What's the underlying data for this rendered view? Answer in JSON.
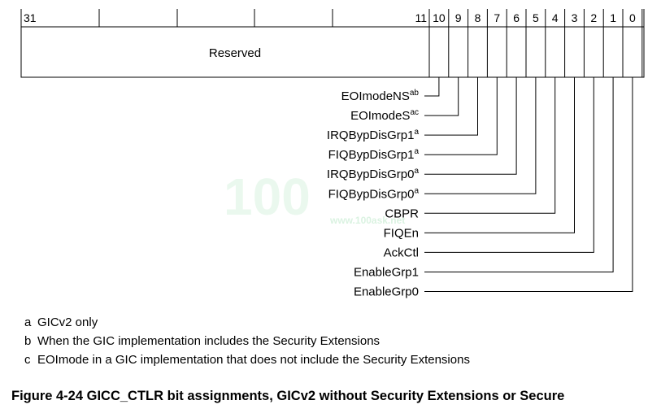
{
  "register": {
    "reserved_label": "Reserved",
    "top_labels": [
      "31",
      "11",
      "10",
      "9",
      "8",
      "7",
      "6",
      "5",
      "4",
      "3",
      "2",
      "1",
      "0"
    ],
    "fields": [
      {
        "name": "EOImodeNS",
        "sup": "ab",
        "bit": "10"
      },
      {
        "name": "EOImodeS",
        "sup": "ac",
        "bit": "9"
      },
      {
        "name": "IRQBypDisGrp1",
        "sup": "a",
        "bit": "8"
      },
      {
        "name": "FIQBypDisGrp1",
        "sup": "a",
        "bit": "7"
      },
      {
        "name": "IRQBypDisGrp0",
        "sup": "a",
        "bit": "6"
      },
      {
        "name": "FIQBypDisGrp0",
        "sup": "a",
        "bit": "5"
      },
      {
        "name": "CBPR",
        "sup": "",
        "bit": "4"
      },
      {
        "name": "FIQEn",
        "sup": "",
        "bit": "3"
      },
      {
        "name": "AckCtl",
        "sup": "",
        "bit": "2"
      },
      {
        "name": "EnableGrp1",
        "sup": "",
        "bit": "1"
      },
      {
        "name": "EnableGrp0",
        "sup": "",
        "bit": "0"
      }
    ]
  },
  "footnotes": [
    {
      "key": "a",
      "text": "GICv2 only"
    },
    {
      "key": "b",
      "text": "When the GIC implementation includes the Security Extensions"
    },
    {
      "key": "c",
      "text": "EOImode in a GIC implementation that does not include the Security Extensions"
    }
  ],
  "caption": "Figure 4-24 GICC_CTLR bit assignments, GICv2 without Security Extensions or Secure",
  "watermark": "100",
  "watermark_sub": "www.100ask.net"
}
